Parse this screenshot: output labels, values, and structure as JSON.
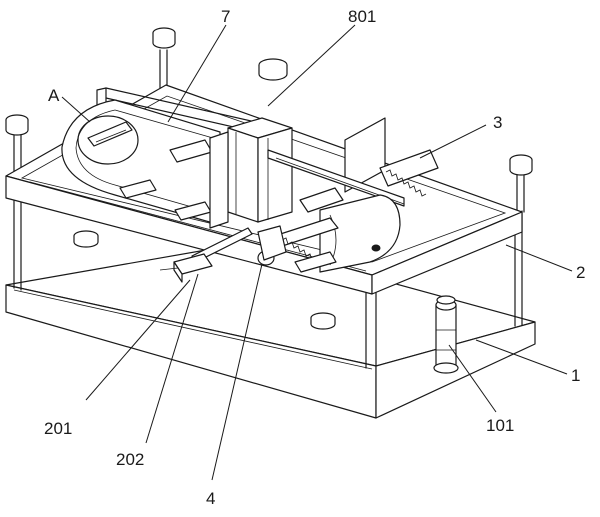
{
  "labels": {
    "l7": "7",
    "l801": "801",
    "lA": "A",
    "l3": "3",
    "l2": "2",
    "l1": "1",
    "l101": "101",
    "l201": "201",
    "l202": "202",
    "l4": "4"
  }
}
